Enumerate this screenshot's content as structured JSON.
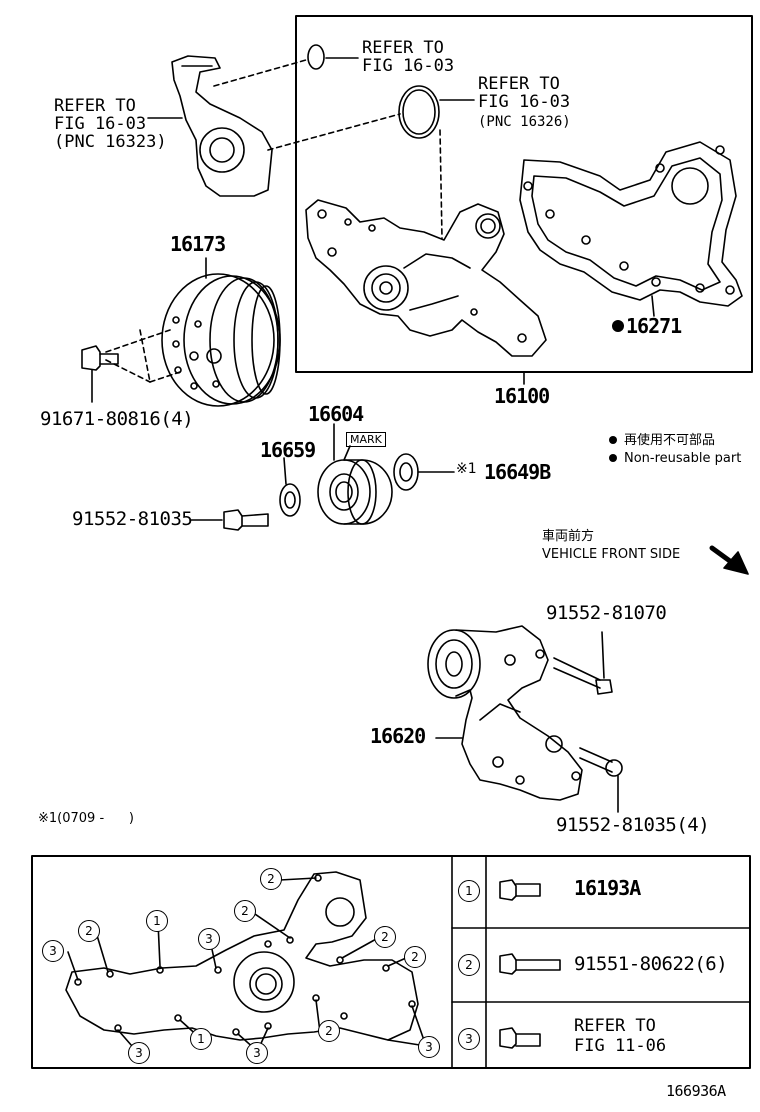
{
  "labels": {
    "refer_top_a_1": "REFER TO",
    "refer_top_a_2": "FIG 16-03",
    "refer_top_b_1": "REFER TO",
    "refer_top_b_2": "FIG 16-03",
    "refer_top_b_3": "(PNC 16326)",
    "refer_left_1": "REFER TO",
    "refer_left_2": "FIG 16-03",
    "refer_left_3": "(PNC 16323)",
    "p16173": "16173",
    "p91671": "91671-80816(4)",
    "p16271": "16271",
    "p16100": "16100",
    "p16604": "16604",
    "p16659": "16659",
    "mark": "MARK",
    "p16649b_prefix": "※1",
    "p16649b": "16649B",
    "p91552a": "91552-81035",
    "legend_reuse_jp": "再使用不可部品",
    "legend_reuse_en": "Non-reusable part",
    "front_jp": "車両前方",
    "front_en": "VEHICLE FRONT SIDE",
    "p91552_81070": "91552-81070",
    "p16620": "16620",
    "p91552_81035_4": "91552-81035(4)",
    "note1": "※1(0709 -      )",
    "fig_code": "166936A"
  },
  "legend_table": [
    {
      "num": "1",
      "part": "16193A"
    },
    {
      "num": "2",
      "part": "91551-80622(6)"
    },
    {
      "num": "3",
      "part": "REFER TO",
      "part2": "FIG 11-06"
    }
  ],
  "callouts": [
    "1",
    "2",
    "3"
  ]
}
